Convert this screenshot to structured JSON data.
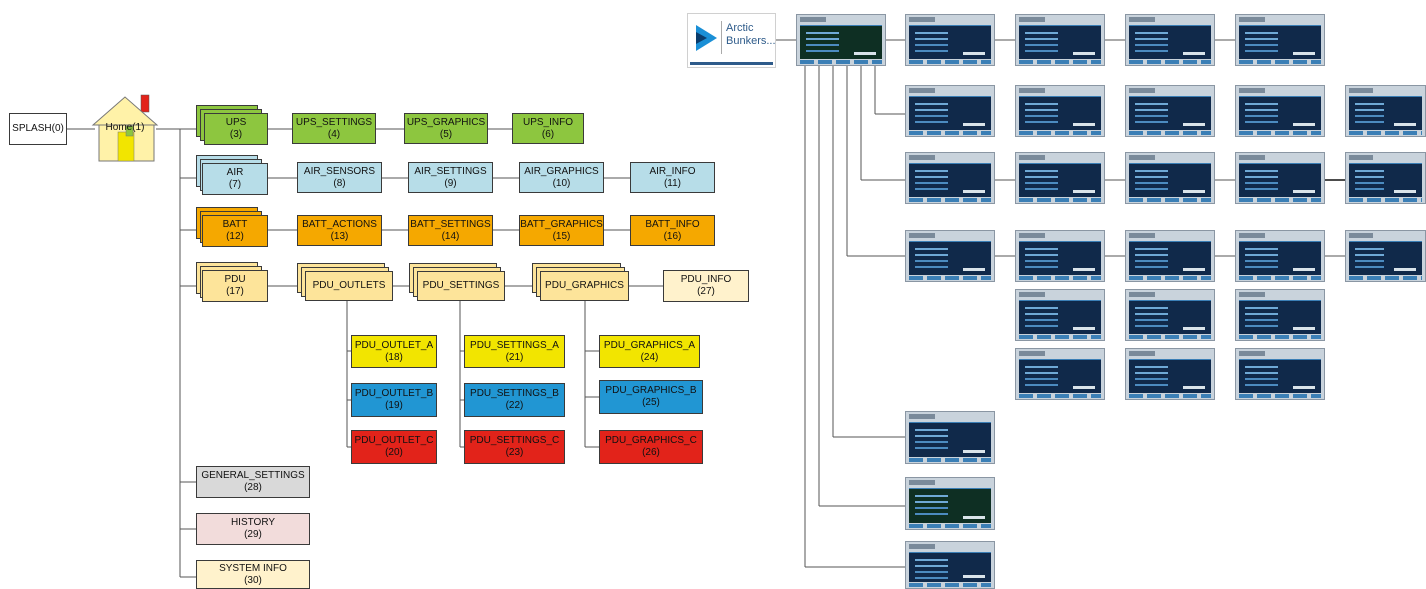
{
  "left_diagram": {
    "splash": "SPLASH(0)",
    "home": "Home(1)",
    "ups": {
      "name": "UPS",
      "num": "(3)"
    },
    "ups_settings": {
      "name": "UPS_SETTINGS",
      "num": "(4)"
    },
    "ups_graphics": {
      "name": "UPS_GRAPHICS",
      "num": "(5)"
    },
    "ups_info": {
      "name": "UPS_INFO",
      "num": "(6)"
    },
    "air": {
      "name": "AIR",
      "num": "(7)"
    },
    "air_sensors": {
      "name": "AIR_SENSORS",
      "num": "(8)"
    },
    "air_settings": {
      "name": "AIR_SETTINGS",
      "num": "(9)"
    },
    "air_graphics": {
      "name": "AIR_GRAPHICS",
      "num": "(10)"
    },
    "air_info": {
      "name": "AIR_INFO",
      "num": "(11)"
    },
    "batt": {
      "name": "BATT",
      "num": "(12)"
    },
    "batt_actions": {
      "name": "BATT_ACTIONS",
      "num": "(13)"
    },
    "batt_settings": {
      "name": "BATT_SETTINGS",
      "num": "(14)"
    },
    "batt_graphics": {
      "name": "BATT_GRAPHICS",
      "num": "(15)"
    },
    "batt_info": {
      "name": "BATT_INFO",
      "num": "(16)"
    },
    "pdu": {
      "name": "PDU",
      "num": "(17)"
    },
    "pdu_outlets": {
      "name": "PDU_OUTLETS"
    },
    "pdu_settings": {
      "name": "PDU_SETTINGS"
    },
    "pdu_graphics": {
      "name": "PDU_GRAPHICS"
    },
    "pdu_info": {
      "name": "PDU_INFO",
      "num": "(27)"
    },
    "pdu_outlet_a": {
      "name": "PDU_OUTLET_A",
      "num": "(18)"
    },
    "pdu_outlet_b": {
      "name": "PDU_OUTLET_B",
      "num": "(19)"
    },
    "pdu_outlet_c": {
      "name": "PDU_OUTLET_C",
      "num": "(20)"
    },
    "pdu_settings_a": {
      "name": "PDU_SETTINGS_A",
      "num": "(21)"
    },
    "pdu_settings_b": {
      "name": "PDU_SETTINGS_B",
      "num": "(22)"
    },
    "pdu_settings_c": {
      "name": "PDU_SETTINGS_C",
      "num": "(23)"
    },
    "pdu_graphics_a": {
      "name": "PDU_GRAPHICS_A",
      "num": "(24)"
    },
    "pdu_graphics_b": {
      "name": "PDU_GRAPHICS_B",
      "num": "(25)"
    },
    "pdu_graphics_c": {
      "name": "PDU_GRAPHICS_C",
      "num": "(26)"
    },
    "general_settings": {
      "name": "GENERAL_SETTINGS",
      "num": "(28)"
    },
    "history": {
      "name": "HISTORY",
      "num": "(29)"
    },
    "system_info": {
      "name": "SYSTEM INFO",
      "num": "(30)"
    }
  },
  "right_diagram": {
    "logo_line1": "Arctic",
    "logo_line2": "Bunkers..."
  }
}
